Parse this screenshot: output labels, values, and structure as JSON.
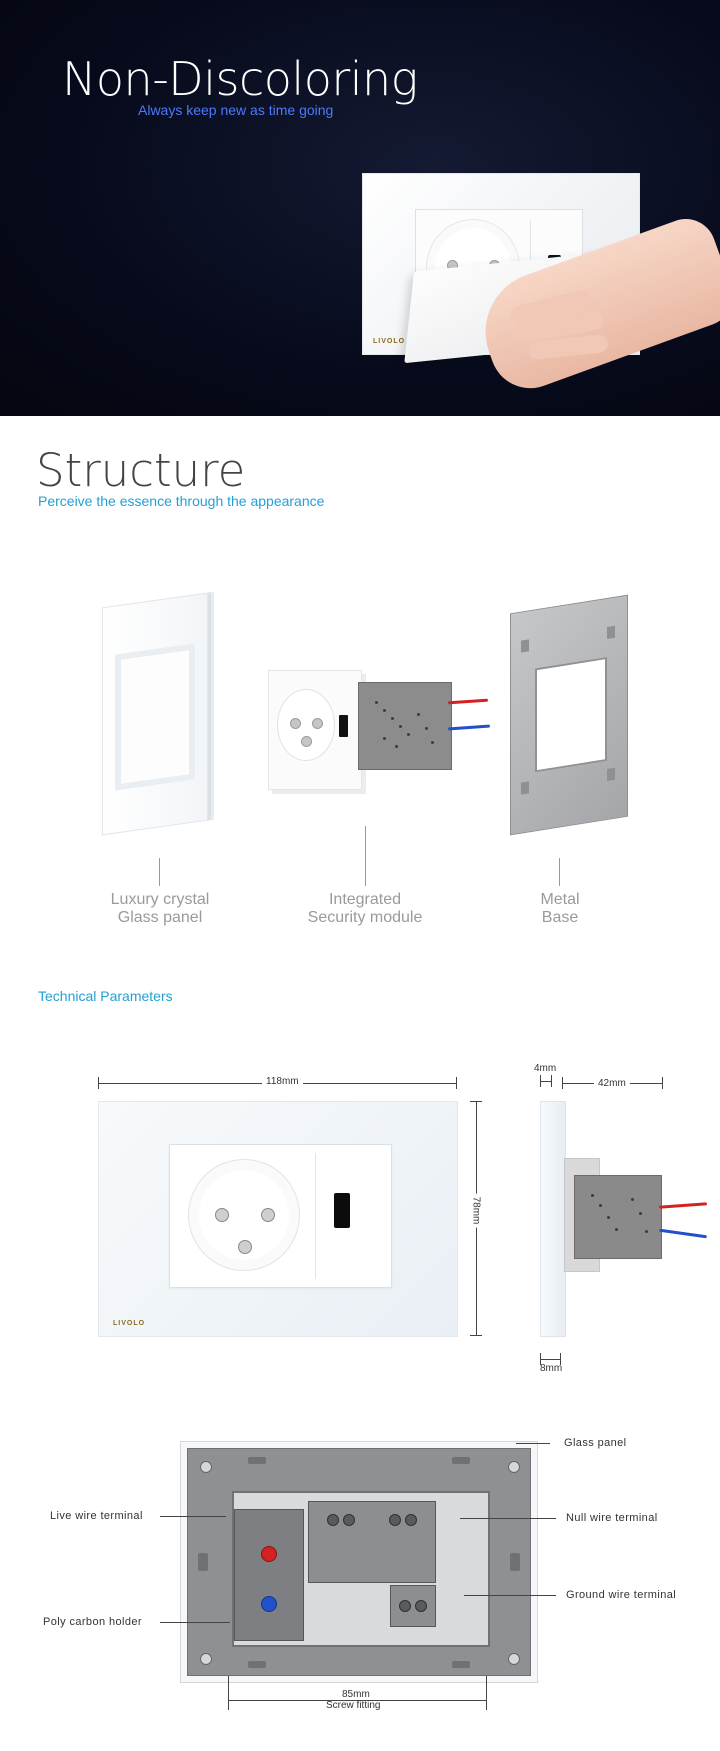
{
  "hero": {
    "title": "Non-Discoloring",
    "subtitle": "Always keep new as time going",
    "brand": "LIVOLO"
  },
  "structure": {
    "title": "Structure",
    "subtitle": "Perceive the essence  through the appearance",
    "parts": [
      {
        "line1": "Luxury crystal",
        "line2": "Glass panel"
      },
      {
        "line1": "Integrated",
        "line2": "Security module"
      },
      {
        "line1": "Metal",
        "line2": "Base"
      }
    ]
  },
  "technical": {
    "title": "Technical Parameters",
    "dims": {
      "width": "118mm",
      "height": "78mm",
      "depth_panel": "4mm",
      "depth_module": "42mm",
      "base": "8mm"
    },
    "brand": "LIVOLO"
  },
  "back": {
    "labels": {
      "glass": "Glass panel",
      "live": "Live wire terminal",
      "null": "Null wire terminal",
      "ground": "Ground wire terminal",
      "poly": "Poly carbon holder"
    },
    "screw_dim": "85mm",
    "screw_label": "Screw fitting"
  },
  "colors": {
    "hero_bg": "#070a1b",
    "hero_sub": "#4b79ff",
    "accent_blue": "#24a0d3",
    "live_wire": "#d32222",
    "null_wire": "#2150c9",
    "brand_gold": "#8a6b1d"
  }
}
